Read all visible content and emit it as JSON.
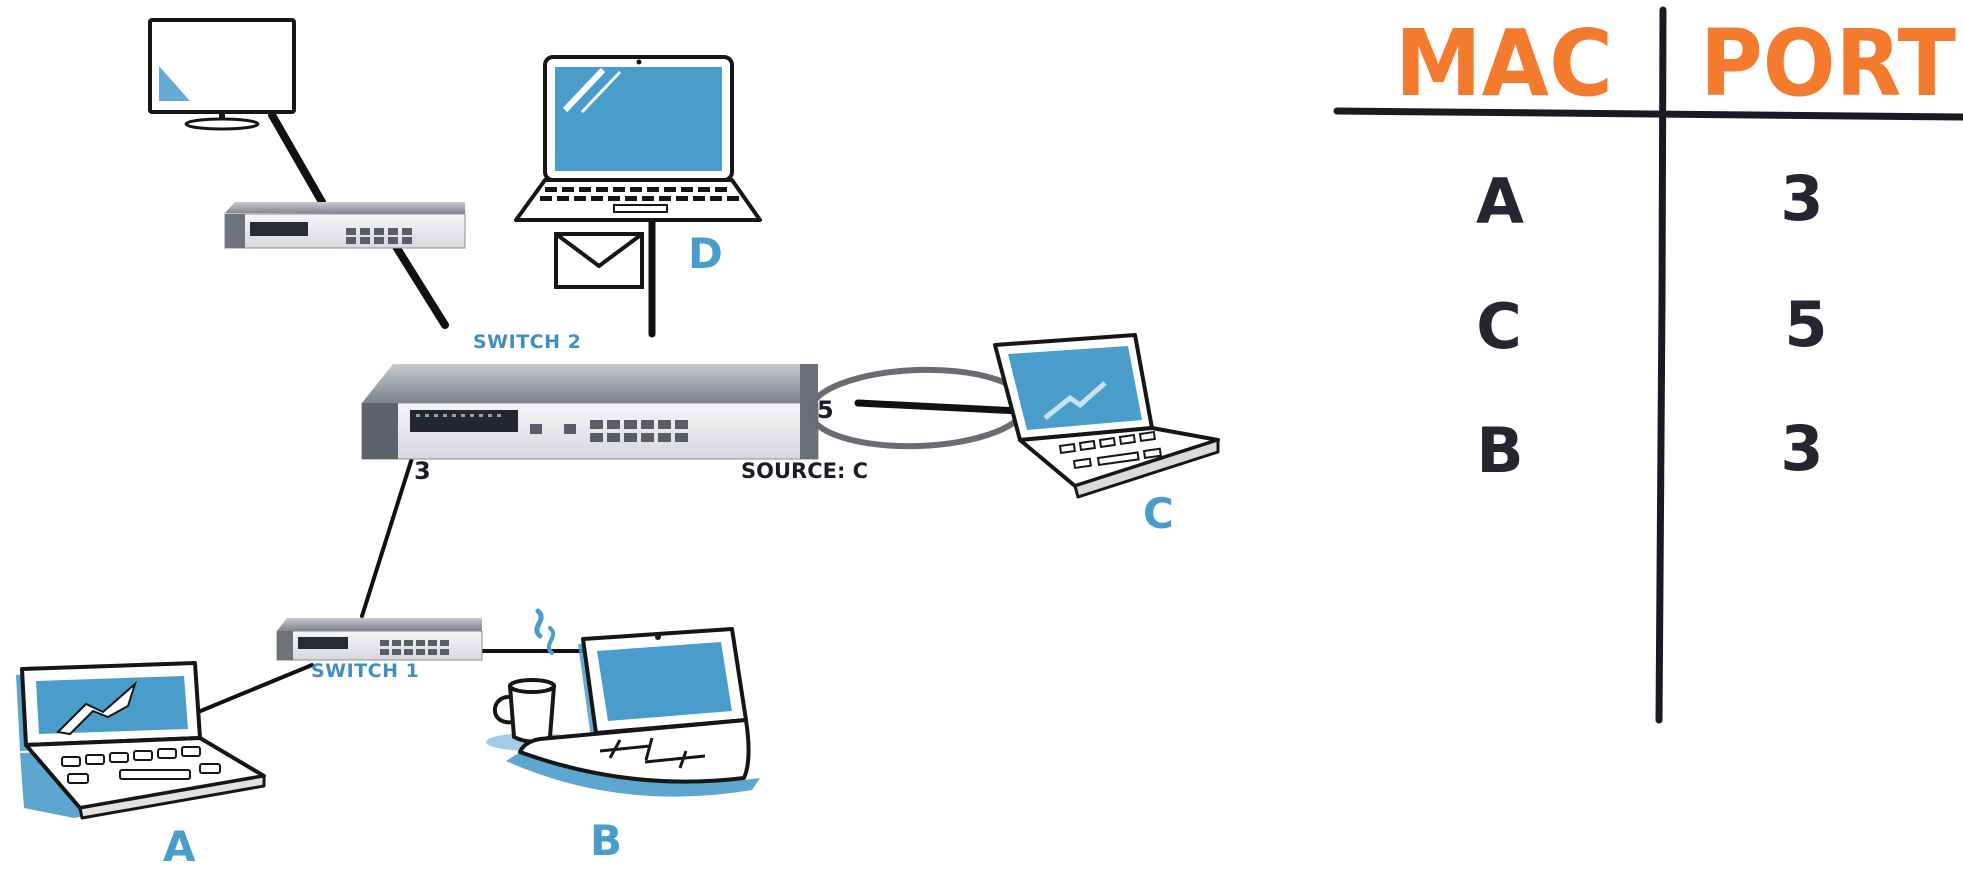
{
  "diagram": {
    "nodes": {
      "a": "A",
      "b": "B",
      "c": "C",
      "d": "D"
    },
    "switches": {
      "switch1": "SWITCH 1",
      "switch2": "SWITCH 2"
    },
    "ports": {
      "port3": "3",
      "port5": "5"
    },
    "frame_source": "SOURCE: C",
    "icons": [
      "monitor-icon",
      "laptop-icon",
      "envelope-icon",
      "coffee-mug-icon",
      "network-switch-icon"
    ]
  },
  "mac_table": {
    "headers": {
      "mac": "MAC",
      "port": "PORT"
    },
    "rows": [
      {
        "mac": "A",
        "port": "3"
      },
      {
        "mac": "C",
        "port": "5"
      },
      {
        "mac": "B",
        "port": "3"
      }
    ],
    "colors": {
      "header": "#f47b2e",
      "cell": "#262633",
      "rule": "#1a1a22"
    }
  },
  "colors": {
    "accent": "#4a9ccb",
    "line": "#111111"
  }
}
